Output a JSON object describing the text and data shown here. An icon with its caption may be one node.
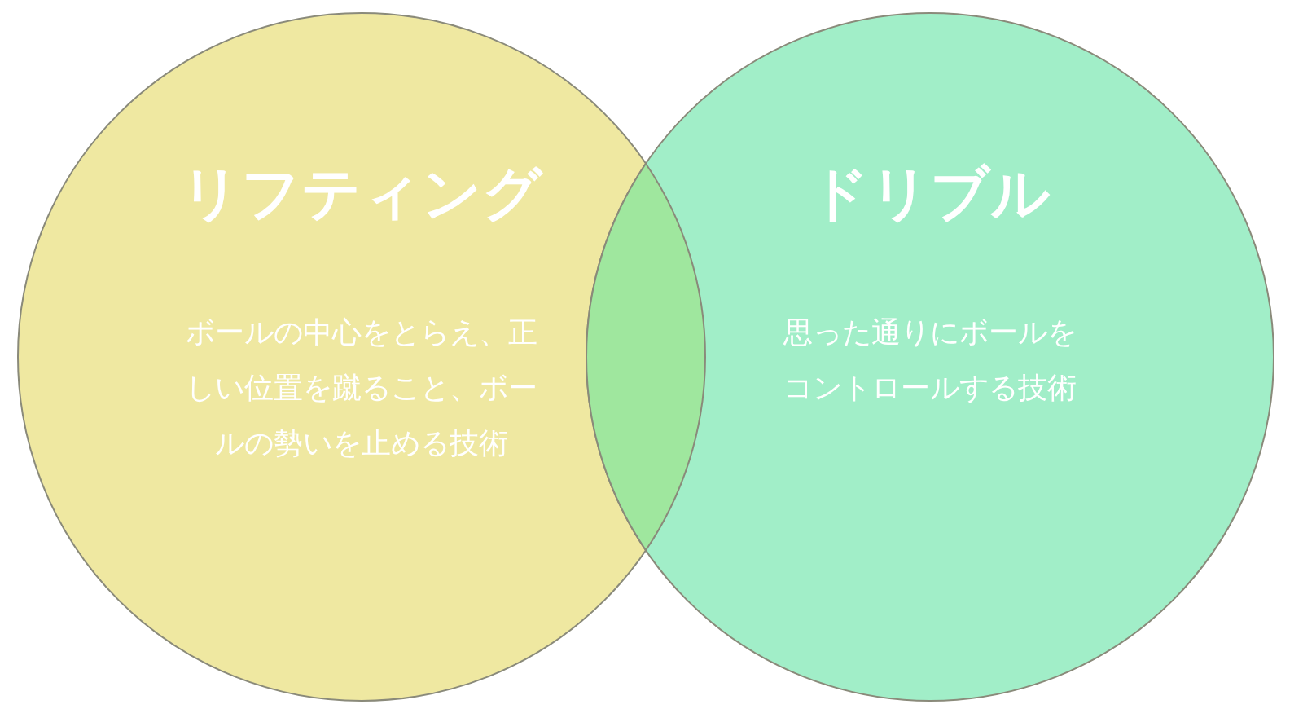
{
  "diagram": {
    "nodes": [
      {
        "text": [
          "リフティング",
          "ボールの中心をとらえ、正しい位置を蹴ること、ボールの勢いを止める技術"
        ]
      },
      {
        "text": [
          "ドリブル",
          "思った通りにボールをコントロールする技術"
        ]
      }
    ]
  }
}
